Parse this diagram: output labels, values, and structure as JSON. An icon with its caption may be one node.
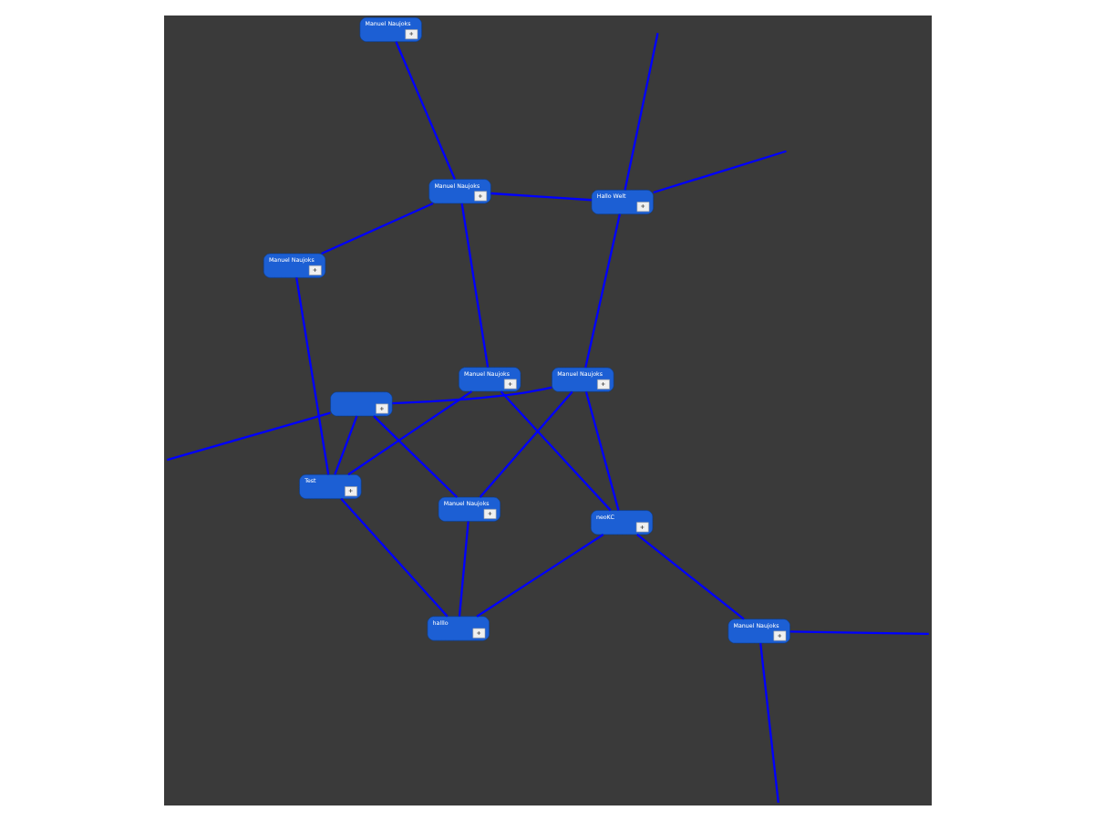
{
  "diagram": {
    "nodes": [
      {
        "text": [
          "Manuel Naujoks",
          "+"
        ]
      },
      {
        "text": [
          "Test",
          "+"
        ]
      },
      {
        "text": [
          "Manuel Naujoks",
          "+"
        ]
      },
      {
        "text": [
          "Manuel Naujoks",
          "+"
        ]
      },
      {
        "text": [
          "Manuel Naujoks",
          "+"
        ]
      },
      {
        "text": [
          "+"
        ]
      },
      {
        "text": [
          "Manuel Naujoks",
          "+"
        ]
      },
      {
        "text": [
          "Manuel Naujoks",
          "+"
        ]
      },
      {
        "text": [
          "Manuel Naujoks",
          "+"
        ]
      },
      {
        "text": [
          "halllo",
          "+"
        ]
      },
      {
        "text": [
          "Hallo Welt",
          "+"
        ]
      },
      {
        "text": [
          "neoKC",
          "+"
        ]
      }
    ],
    "edges": [
      {
        "from": 0,
        "to": 1,
        "arrow": "none"
      },
      {
        "from": 0,
        "to": 11,
        "arrow": "none"
      },
      {
        "from": 0,
        "to": 4,
        "arrow": "none"
      },
      {
        "from": null,
        "to": 5,
        "arrow": "none"
      },
      {
        "from": null,
        "to": 7,
        "arrow": "none"
      },
      {
        "from": 4,
        "to": 3,
        "arrow": "none"
      },
      {
        "from": 4,
        "to": 10,
        "arrow": "none"
      },
      {
        "from": 8,
        "to": 10,
        "arrow": "none"
      },
      {
        "from": 10,
        "to": null,
        "arrow": "none"
      },
      {
        "from": 10,
        "to": null,
        "arrow": "none"
      },
      {
        "from": 7,
        "to": null,
        "arrow": "none"
      },
      {
        "from": 11,
        "to": 8,
        "arrow": "none"
      },
      {
        "from": 11,
        "to": 9,
        "arrow": "none"
      },
      {
        "from": 11,
        "to": 7,
        "arrow": "none"
      },
      {
        "from": 9,
        "to": 1,
        "arrow": "none"
      },
      {
        "from": 9,
        "to": 6,
        "arrow": "none"
      },
      {
        "from": 5,
        "to": 1,
        "arrow": "none"
      },
      {
        "from": 5,
        "to": 6,
        "arrow": "none"
      },
      {
        "from": 5,
        "to": 8,
        "arrow": "none"
      },
      {
        "from": 6,
        "to": 8,
        "arrow": "none"
      },
      {
        "from": 1,
        "to": 3,
        "arrow": "none"
      },
      {
        "from": 2,
        "to": 4,
        "arrow": "none"
      }
    ]
  }
}
